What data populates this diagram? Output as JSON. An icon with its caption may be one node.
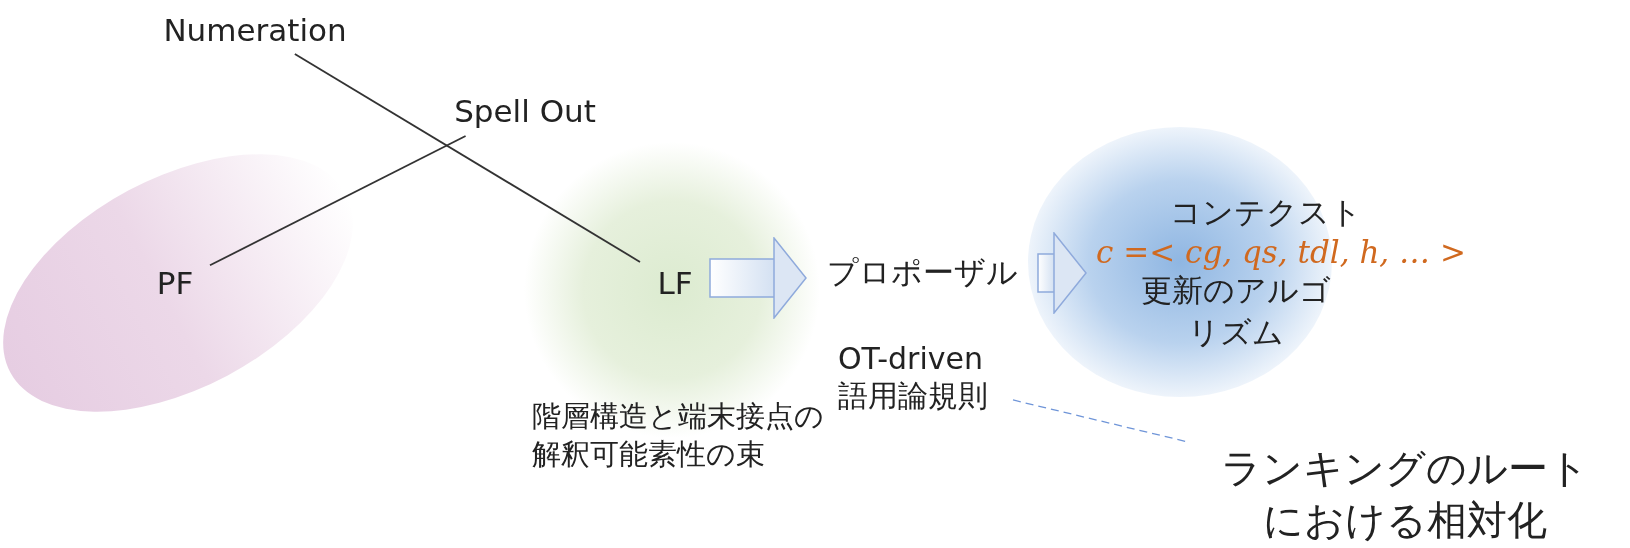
{
  "diagram": {
    "nodes": [
      {
        "text": [
          "Numeration"
        ]
      },
      {
        "text": [
          "Spell Out"
        ]
      },
      {
        "text": [
          "PF"
        ]
      },
      {
        "text": [
          "LF"
        ]
      },
      {
        "text": [
          "プロポーザル"
        ]
      },
      {
        "text": [
          "コンテクスト",
          "c =< cg, qs, tdl, h, … >",
          "更新のアルゴリズム"
        ]
      },
      {
        "text": [
          "OT-driven 語用論規則"
        ]
      },
      {
        "text": [
          "ランキングのルートにおける相対化"
        ]
      }
    ],
    "edges": [
      {
        "from": 0,
        "to": 3,
        "arrow": "none"
      },
      {
        "from": 1,
        "to": 2,
        "arrow": "none"
      },
      {
        "from": 3,
        "to": 4,
        "arrow": "to",
        "color": "#8faadc"
      },
      {
        "from": 4,
        "to": 5,
        "arrow": "to",
        "color": "#8faadc"
      },
      {
        "from": 6,
        "to": 7,
        "arrow": "none",
        "style": "dashed",
        "color": "#6f95d8"
      }
    ],
    "labels": [
      "階層構造と端末接点の解釈可能素性の束"
    ]
  }
}
